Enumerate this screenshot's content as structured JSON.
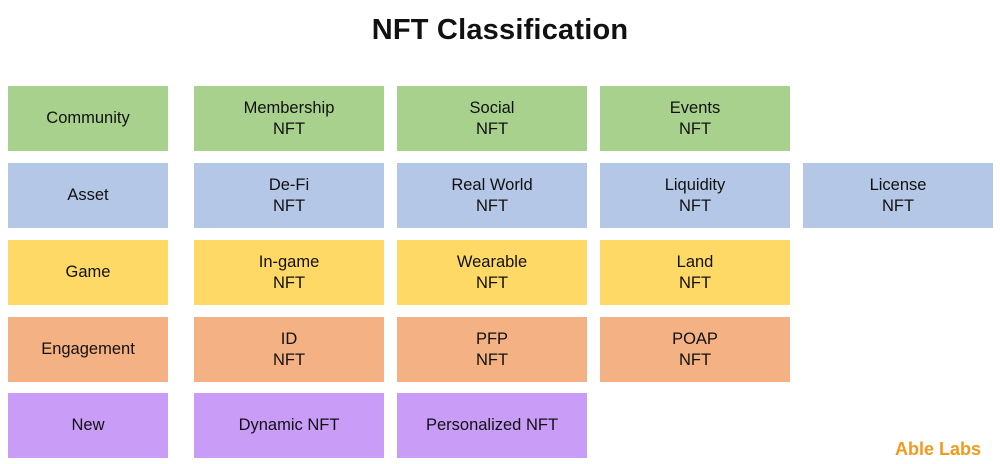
{
  "title": "NFT Classification",
  "brand": "Able Labs",
  "colors": {
    "community": "#a9d18e",
    "asset": "#b4c7e7",
    "game": "#ffd966",
    "engagement": "#f4b183",
    "new": "#c99cf7"
  },
  "rows": [
    {
      "category": "Community",
      "items": [
        "Membership\nNFT",
        "Social\nNFT",
        "Events\nNFT"
      ]
    },
    {
      "category": "Asset",
      "items": [
        "De-Fi\nNFT",
        "Real World\nNFT",
        "Liquidity\nNFT",
        "License\nNFT"
      ]
    },
    {
      "category": "Game",
      "items": [
        "In-game\nNFT",
        "Wearable\nNFT",
        "Land\nNFT"
      ]
    },
    {
      "category": "Engagement",
      "items": [
        "ID\nNFT",
        "PFP\nNFT",
        "POAP\nNFT"
      ]
    },
    {
      "category": "New",
      "items": [
        "Dynamic NFT",
        "Personalized NFT"
      ]
    }
  ]
}
